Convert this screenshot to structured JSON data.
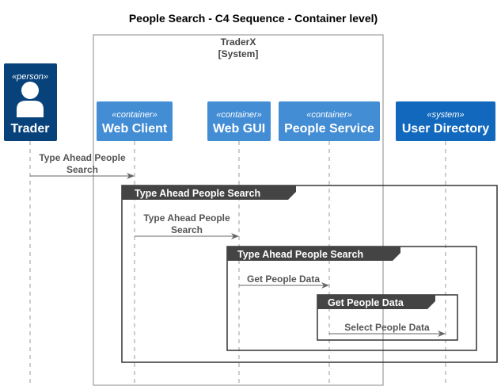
{
  "title": "People Search - C4 Sequence - Container level)",
  "system_boundary": {
    "name": "TraderX",
    "type": "[System]"
  },
  "participants": [
    {
      "id": "trader",
      "stereotype": "«person»",
      "name": "Trader",
      "color": "#08427b",
      "icon": "person-icon"
    },
    {
      "id": "webclient",
      "stereotype": "«container»",
      "name": "Web Client",
      "color": "#438dd5"
    },
    {
      "id": "webgui",
      "stereotype": "«container»",
      "name": "Web GUI",
      "color": "#438dd5"
    },
    {
      "id": "peopleservice",
      "stereotype": "«container»",
      "name": "People Service",
      "color": "#438dd5"
    },
    {
      "id": "userdirectory",
      "stereotype": "«system»",
      "name": "User Directory",
      "color": "#1168bd"
    }
  ],
  "messages": [
    {
      "from": "trader",
      "to": "webclient",
      "lines": [
        "Type Ahead People",
        "Search"
      ]
    },
    {
      "from": "webclient",
      "to": "webgui",
      "lines": [
        "Type Ahead People",
        "Search"
      ]
    },
    {
      "from": "webgui",
      "to": "peopleservice",
      "lines": [
        "Get People Data"
      ]
    },
    {
      "from": "peopleservice",
      "to": "userdirectory",
      "lines": [
        "Select People Data"
      ]
    }
  ],
  "groups": [
    {
      "label": "Type Ahead People Search"
    },
    {
      "label": "Type Ahead People Search"
    },
    {
      "label": "Get People Data"
    }
  ],
  "colors": {
    "frame_header": "#444444",
    "arrow": "#666666"
  }
}
